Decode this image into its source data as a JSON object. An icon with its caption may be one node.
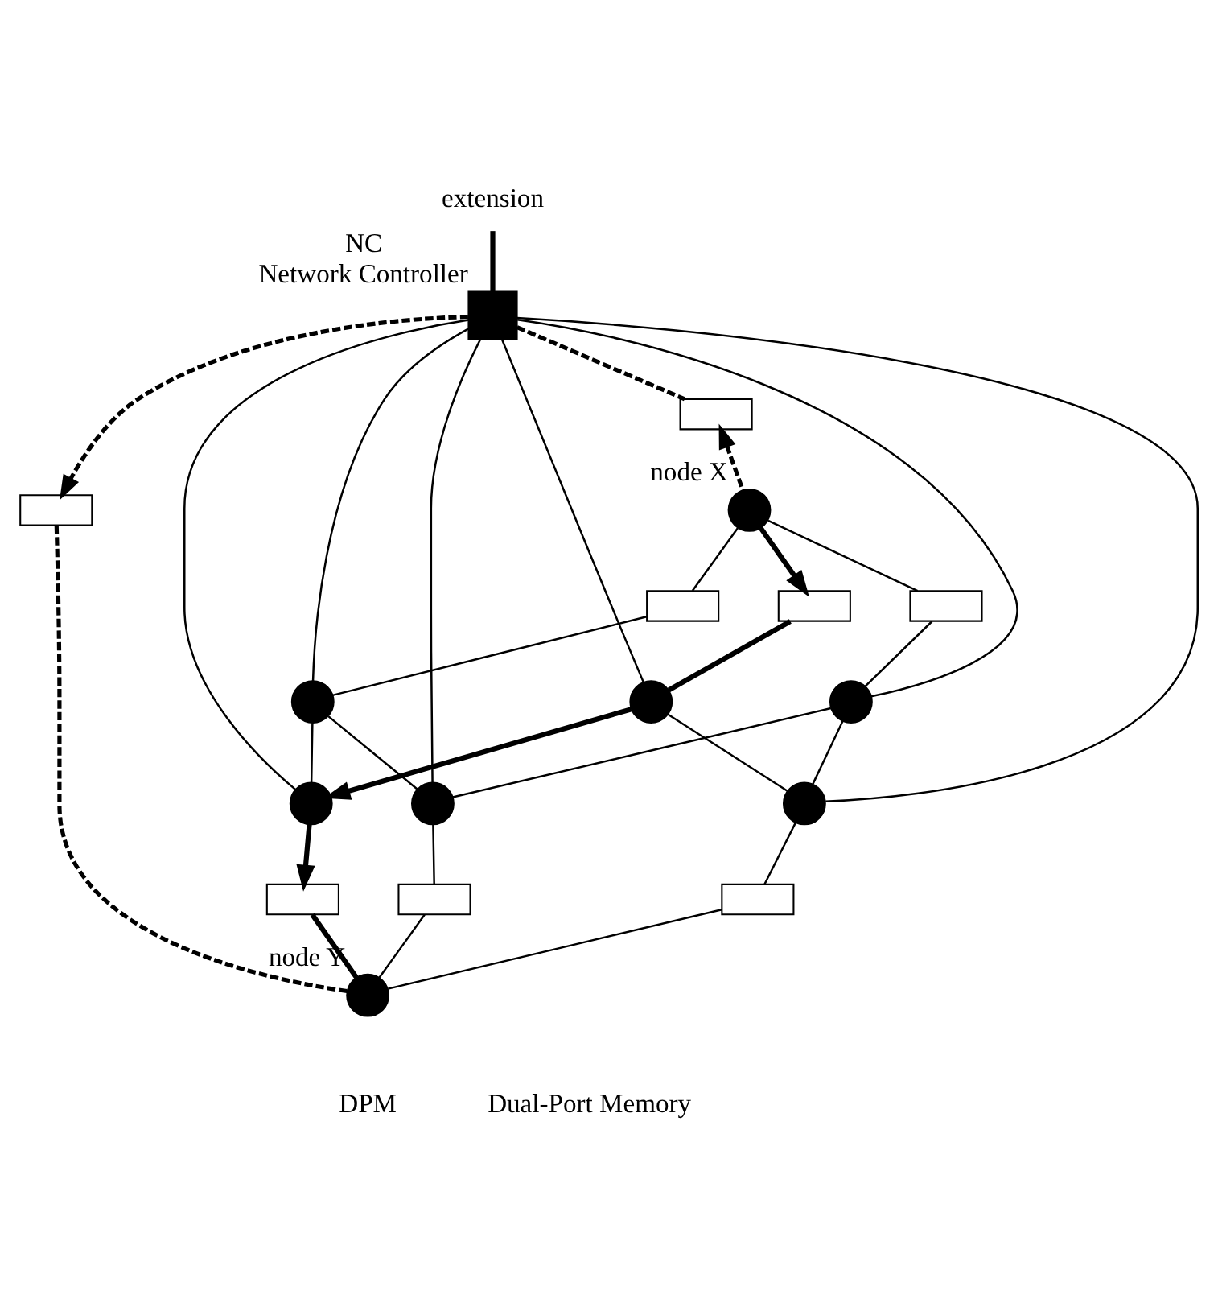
{
  "diagram": {
    "nodes": [
      {
        "text": [
          "extension"
        ]
      },
      {
        "text": [],
        "shape": "box",
        "beside": [
          "NC",
          "Network Controller"
        ]
      },
      {
        "text": [],
        "shape": "box"
      },
      {
        "text": [],
        "shape": "circle",
        "beside": [
          "node X"
        ]
      },
      {
        "text": [],
        "shape": "box"
      },
      {
        "text": [],
        "shape": "circle"
      },
      {
        "text": [],
        "shape": "box"
      },
      {
        "text": [],
        "shape": "box"
      },
      {
        "text": [],
        "shape": "circle"
      },
      {
        "text": [],
        "shape": "circle"
      },
      {
        "text": [],
        "shape": "box"
      },
      {
        "text": [],
        "shape": "box"
      },
      {
        "text": [],
        "shape": "circle"
      },
      {
        "text": [],
        "shape": "circle"
      },
      {
        "text": [],
        "shape": "box"
      },
      {
        "text": [],
        "shape": "circle"
      },
      {
        "text": [],
        "shape": "box"
      },
      {
        "text": [],
        "shape": "circle",
        "beside": [
          "node Y"
        ]
      }
    ],
    "edges": [
      {
        "from": 0,
        "to": 1,
        "arrow": "none",
        "style": "thick"
      },
      {
        "from": 3,
        "to": 2,
        "arrow": "to",
        "style": "dashed"
      },
      {
        "from": 2,
        "to": 1,
        "arrow": "none",
        "style": "dashed"
      },
      {
        "from": 3,
        "to": 4,
        "arrow": "none"
      },
      {
        "from": 4,
        "to": 5,
        "arrow": "none"
      },
      {
        "from": 3,
        "to": 6,
        "arrow": "to",
        "style": "thick"
      },
      {
        "from": 6,
        "to": 8,
        "arrow": "none",
        "style": "thick"
      },
      {
        "from": 3,
        "to": 7,
        "arrow": "none"
      },
      {
        "from": 7,
        "to": 12,
        "arrow": "none"
      },
      {
        "from": 1,
        "to": 5,
        "arrow": "none"
      },
      {
        "from": 1,
        "to": 8,
        "arrow": "none"
      },
      {
        "from": 1,
        "to": 9,
        "arrow": "none"
      },
      {
        "from": 1,
        "to": 12,
        "arrow": "none"
      },
      {
        "from": 1,
        "to": 13,
        "arrow": "none"
      },
      {
        "from": 1,
        "to": 15,
        "arrow": "none"
      },
      {
        "from": 1,
        "to": 10,
        "arrow": "to",
        "style": "dashed"
      },
      {
        "from": 10,
        "to": 17,
        "arrow": "none",
        "style": "dashed"
      },
      {
        "from": 5,
        "to": 9,
        "arrow": "none"
      },
      {
        "from": 5,
        "to": 13,
        "arrow": "none"
      },
      {
        "from": 8,
        "to": 9,
        "arrow": "to",
        "style": "thick"
      },
      {
        "from": 8,
        "to": 15,
        "arrow": "none"
      },
      {
        "from": 9,
        "to": 11,
        "arrow": "to",
        "style": "thick"
      },
      {
        "from": 11,
        "to": 17,
        "arrow": "none",
        "style": "thick"
      },
      {
        "from": 12,
        "to": 13,
        "arrow": "none"
      },
      {
        "from": 12,
        "to": 15,
        "arrow": "none"
      },
      {
        "from": 13,
        "to": 14,
        "arrow": "none"
      },
      {
        "from": 14,
        "to": 17,
        "arrow": "none"
      },
      {
        "from": 15,
        "to": 16,
        "arrow": "none"
      },
      {
        "from": 16,
        "to": 17,
        "arrow": "none"
      }
    ],
    "labels": [
      "DPM",
      "Dual-Port Memory"
    ]
  }
}
